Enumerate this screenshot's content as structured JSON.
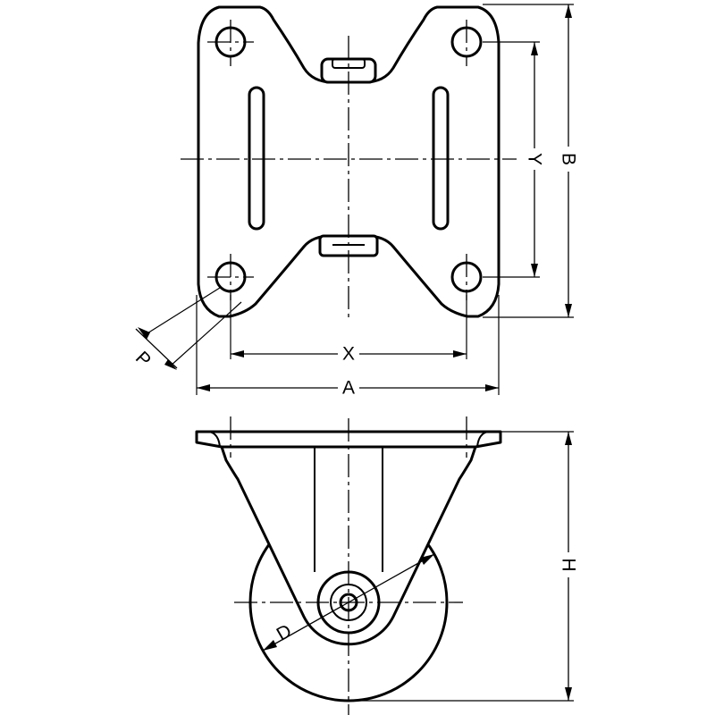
{
  "dimensions": {
    "a": "A",
    "b": "B",
    "x": "X",
    "y": "Y",
    "p": "P",
    "h": "H",
    "d": "D"
  }
}
